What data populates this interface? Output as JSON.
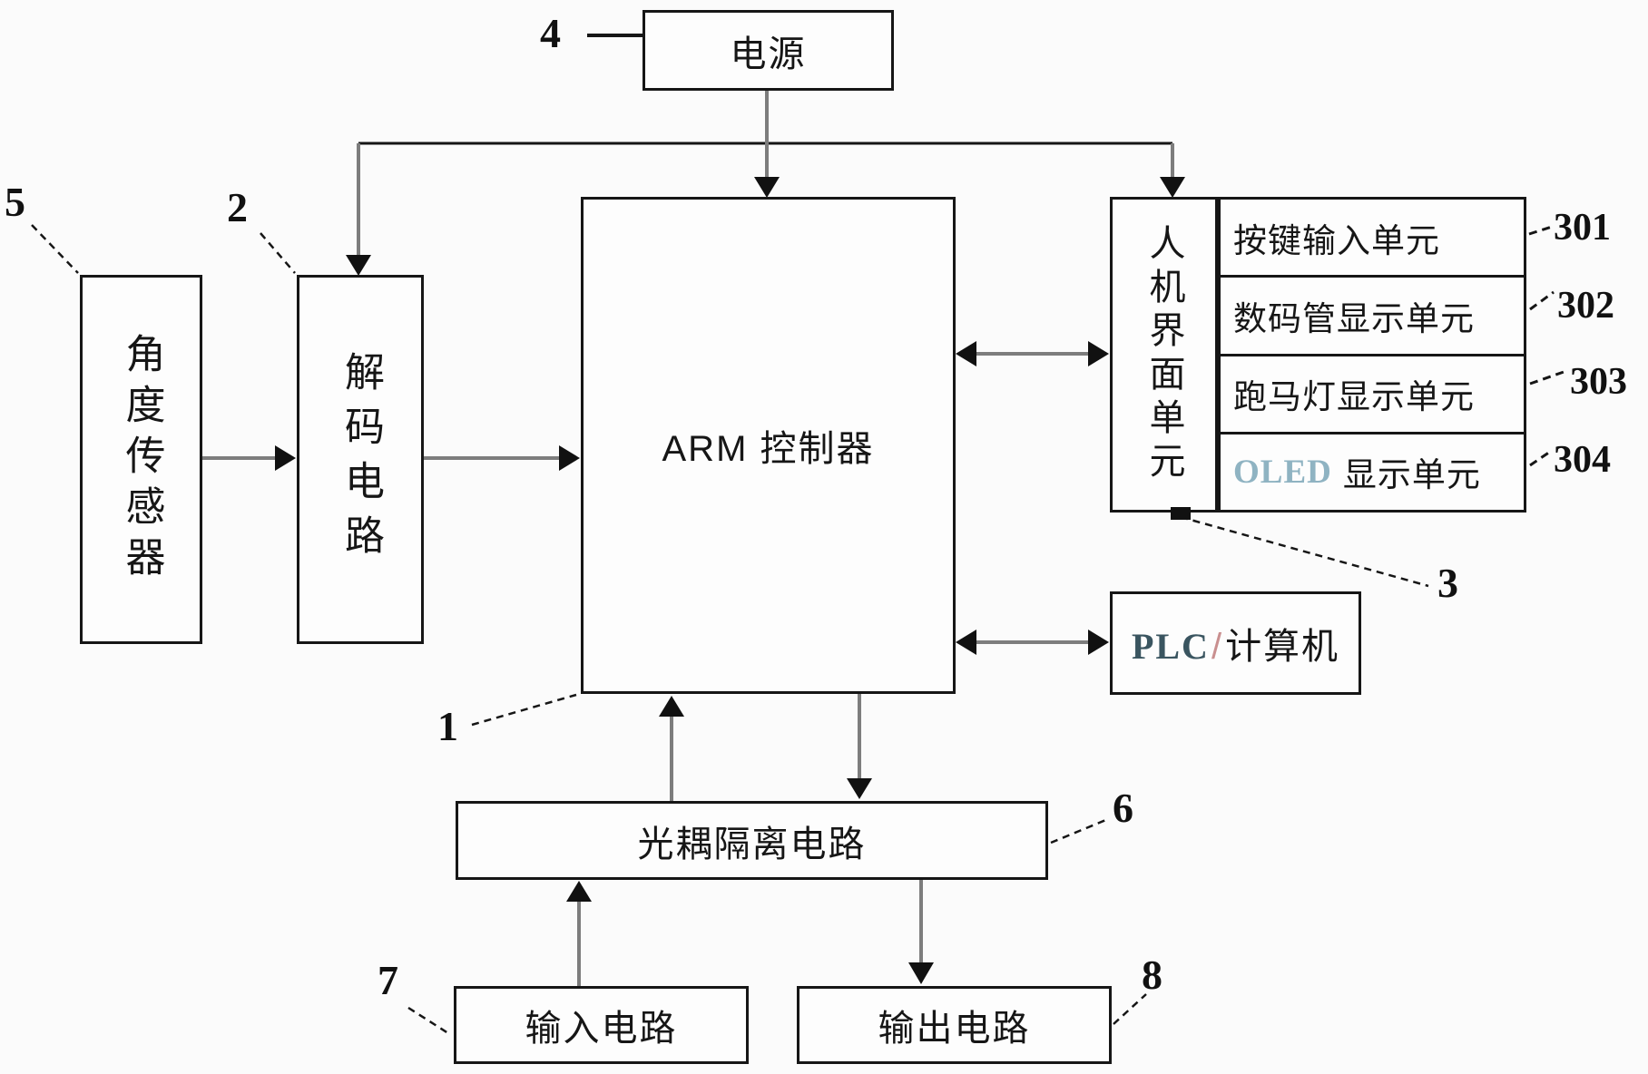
{
  "blocks": {
    "power": {
      "label": "电源"
    },
    "angle_sensor": {
      "label": "角度传感器"
    },
    "decoder": {
      "label": "解码电路"
    },
    "arm": {
      "label": "ARM 控制器"
    },
    "hmi": {
      "label": "人机界面单元"
    },
    "hmi_units": [
      {
        "label": "按键输入单元",
        "ref": "301"
      },
      {
        "label": "数码管显示单元",
        "ref": "302"
      },
      {
        "label": "跑马灯显示单元",
        "ref": "303"
      },
      {
        "prefix": "OLED",
        "label": "显示单元",
        "ref": "304"
      }
    ],
    "plc": {
      "prefix": "PLC",
      "slash": "/",
      "label": "计算机"
    },
    "opto": {
      "label": "光耦隔离电路"
    },
    "input": {
      "label": "输入电路"
    },
    "output": {
      "label": "输出电路"
    }
  },
  "refs": {
    "power": "4",
    "angle_sensor": "5",
    "decoder": "2",
    "arm": "1",
    "hmi": "3",
    "opto": "6",
    "input": "7",
    "output": "8"
  },
  "colors": {
    "ink": "#161616",
    "arrow_gray": "#7d7d7d",
    "oled_accent": "#8fb3c2",
    "plc_accent": "#3a5560",
    "slash_accent": "#c98f8f"
  }
}
